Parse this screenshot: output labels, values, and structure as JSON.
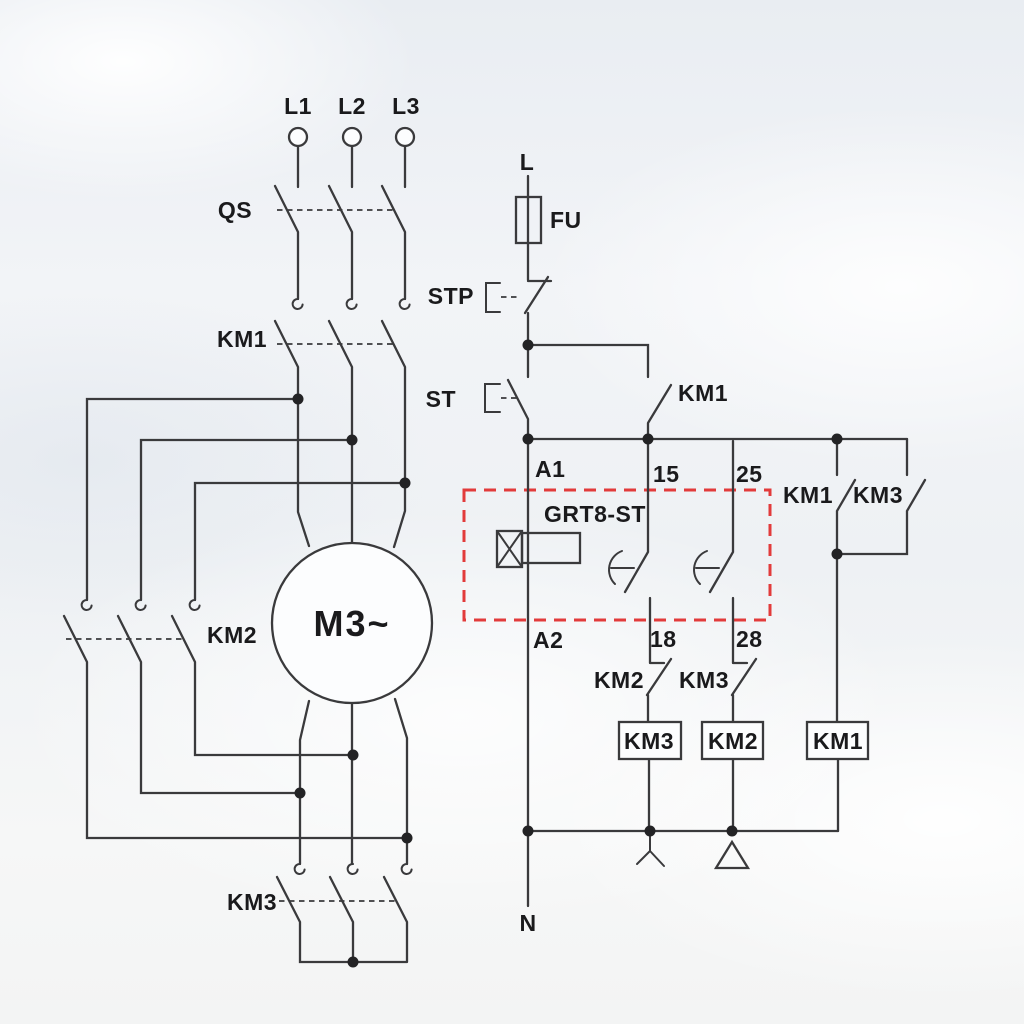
{
  "title": "Star-delta motor starter wiring diagram with GRT8-ST time relay",
  "colors": {
    "wire": "#3a3a3c",
    "label": "#1a1a1c",
    "timer_outline_red": "#e23b3b",
    "background_sky": "#eef1f5"
  },
  "power": {
    "phase_l1": "L1",
    "phase_l2": "L2",
    "phase_l3": "L3",
    "disconnect_switch": "QS",
    "main_contactor": "KM1",
    "delta_contactor": "KM2",
    "star_contactor": "KM3",
    "motor": "M3~"
  },
  "control": {
    "line_terminal": "L",
    "neutral_terminal": "N",
    "fuse": "FU",
    "stop_button": "STP",
    "start_button": "ST",
    "km1_maintaining_contact": "KM1",
    "timer_model": "GRT8-ST",
    "terminal_a1": "A1",
    "terminal_a2": "A2",
    "terminal_15": "15",
    "terminal_18": "18",
    "terminal_25": "25",
    "terminal_28": "28",
    "km2_interlock_contact": "KM2",
    "km3_interlock_contact": "KM3",
    "km1_selfhold_contact": "KM1",
    "km3_selfhold_contact": "KM3",
    "star_coil": "KM3",
    "delta_coil": "KM2",
    "main_coil": "KM1"
  }
}
